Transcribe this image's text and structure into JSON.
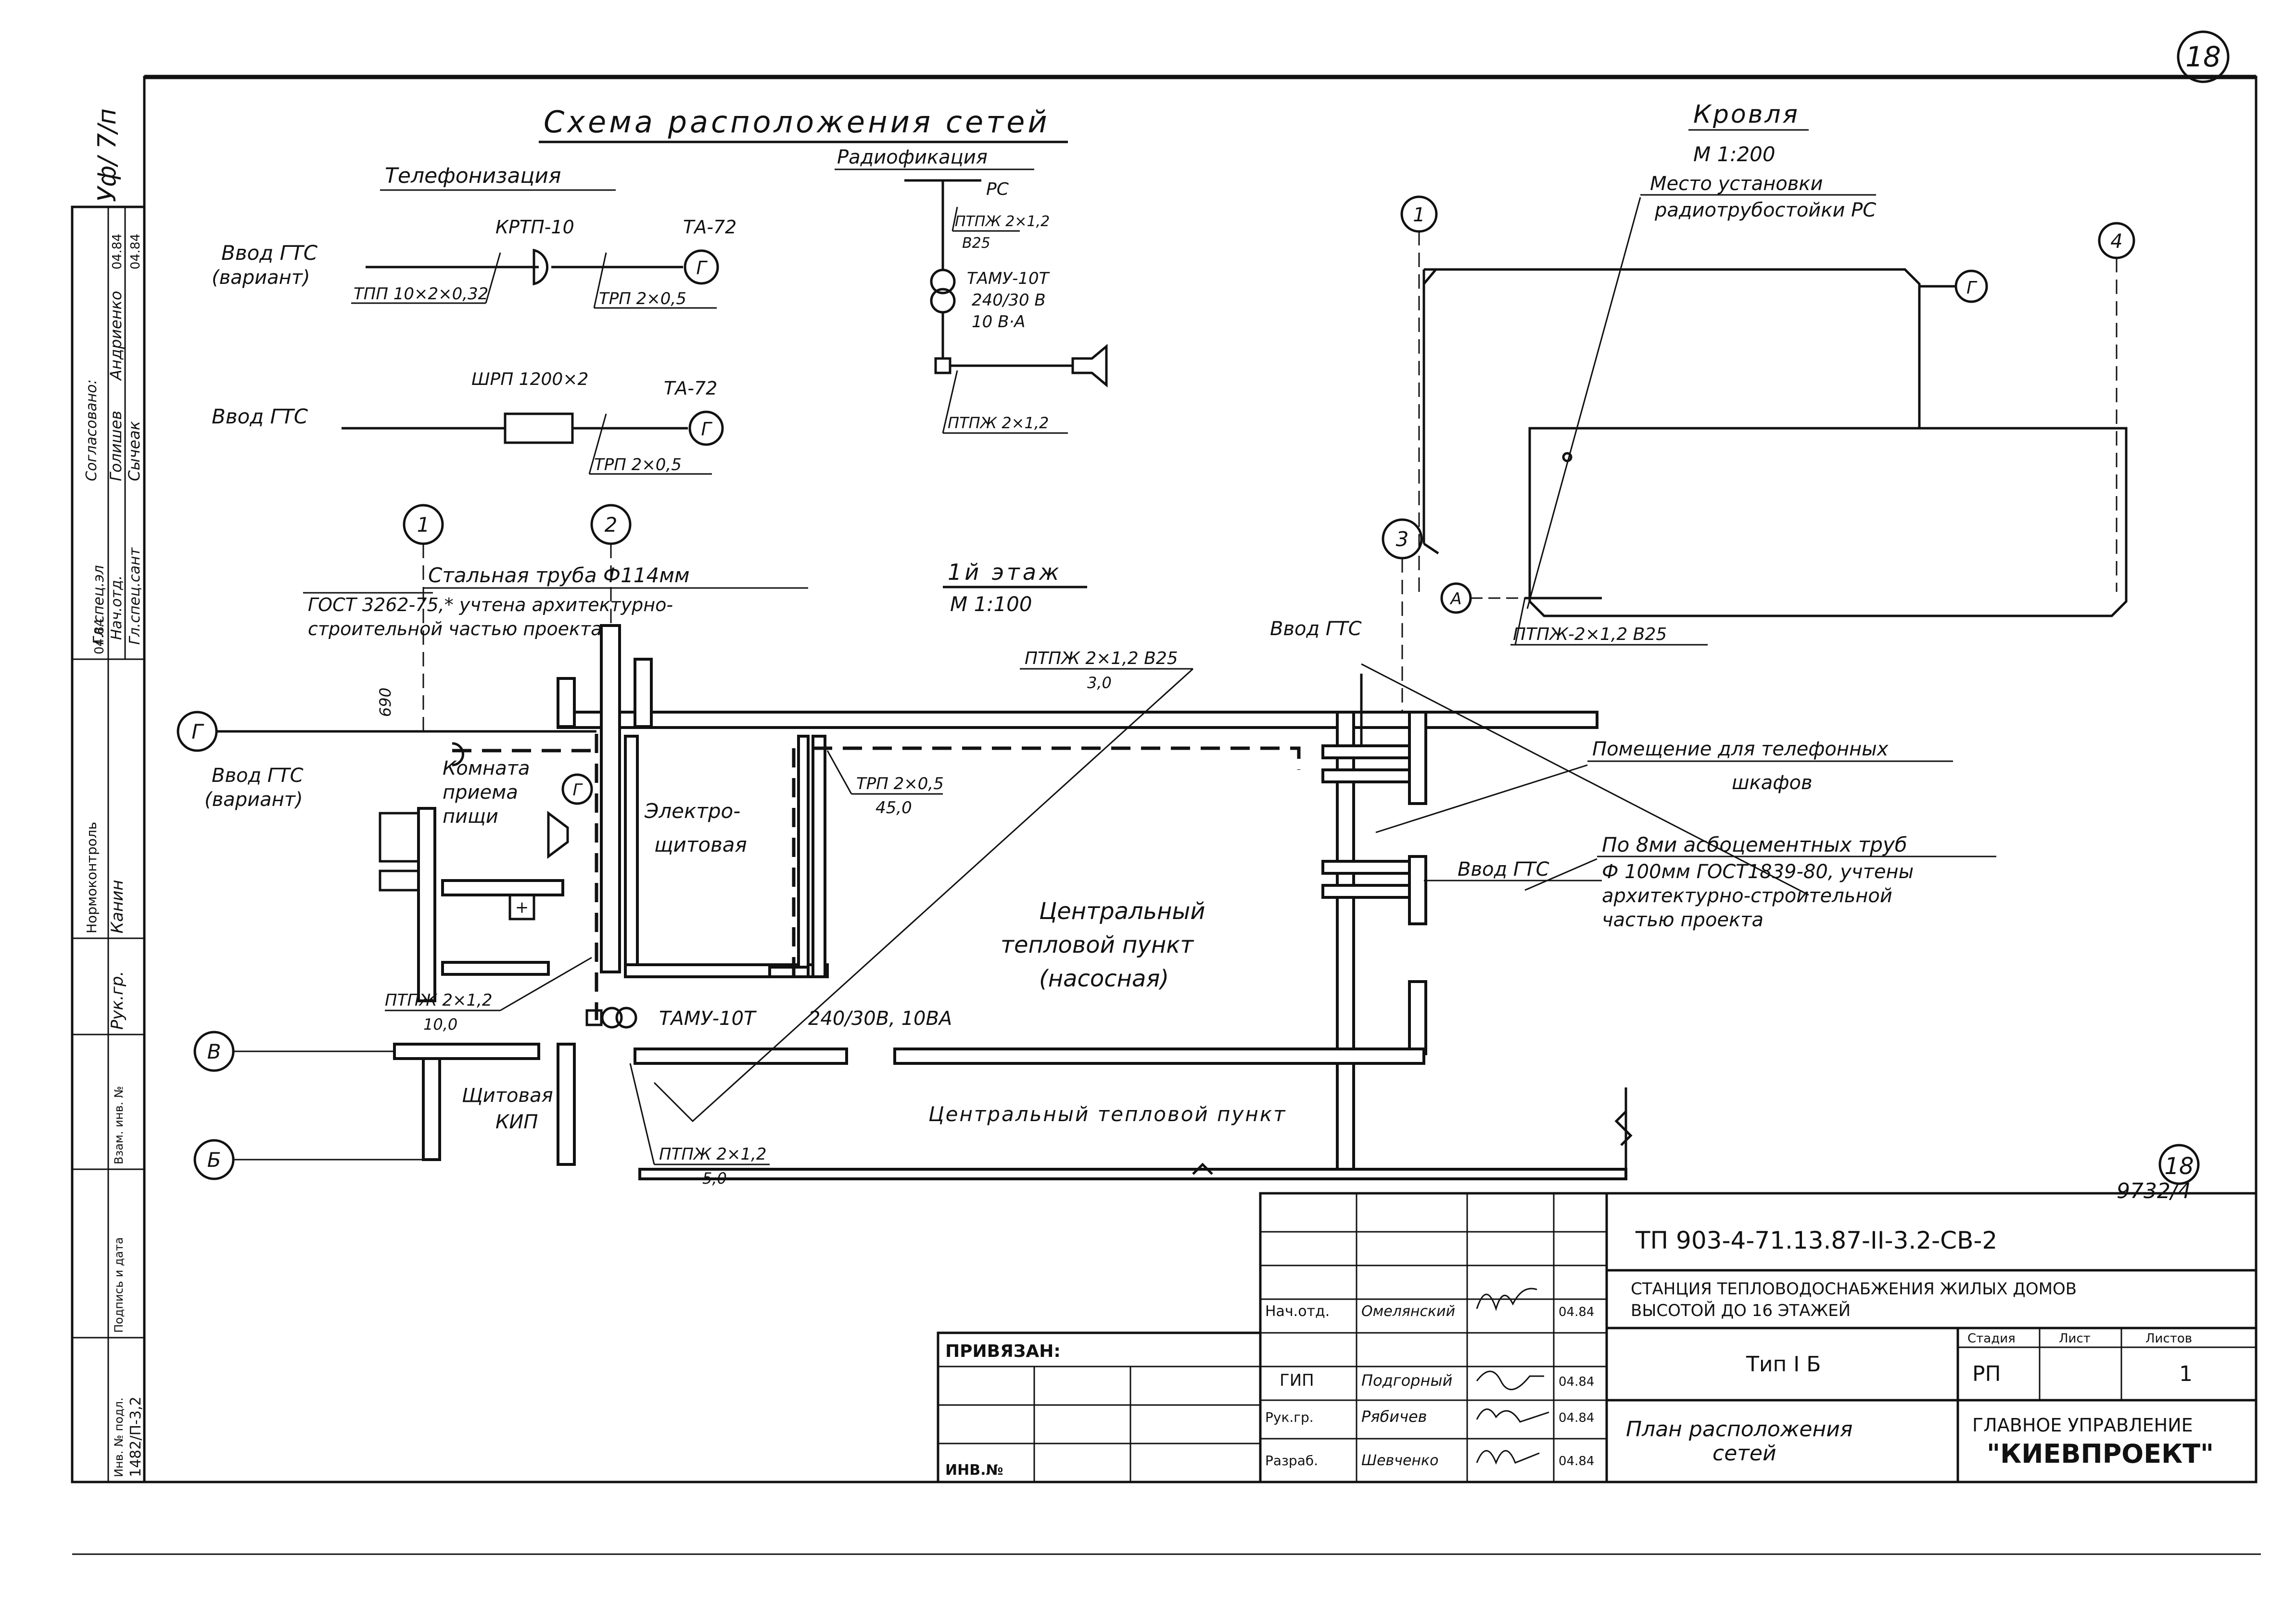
{
  "sheet_number": "18",
  "scheme": {
    "title": "Схема расположения сетей",
    "telephony": {
      "title": "Телефонизация",
      "entry_label": "Ввод ГТС",
      "variant_label": "(вариант)",
      "kptp": "КРТП-10",
      "ta1": "ТА-72",
      "g1": "Г",
      "cable1": "ТПП 10×2×0,32",
      "trp1": "ТРП 2×0,5",
      "entry2_label": "Ввод ГТС",
      "shrp": "ШРП 1200×2",
      "ta2": "ТА-72",
      "g2": "Г",
      "trp2": "ТРП 2×0,5"
    },
    "radio": {
      "title": "Радиофикация",
      "rs": "РС",
      "pptzh1_a": "ПТПЖ 2×1,2",
      "pptzh1_b": "В25",
      "tamu_a": "ТАМУ-10Т",
      "tamu_b": "240/30 В",
      "tamu_c": "10 В·А",
      "pptzh2": "ПТПЖ 2×1,2"
    }
  },
  "roof": {
    "title": "Кровля",
    "scale": "М 1:200",
    "note_a": "Место установки",
    "note_b": "радиотрубостойки РС",
    "axis1": "1",
    "axis4": "4",
    "axisA": "А",
    "g": "Г",
    "cable": "ПТПЖ-2×1,2 В25"
  },
  "floor": {
    "title": "1й этаж",
    "scale": "М 1:100",
    "axis1": "1",
    "axis2": "2",
    "axis3": "3",
    "axisV": "В",
    "axisB": "Б",
    "axisG": "Г",
    "pipe_a": "Стальная труба Ф114мм",
    "pipe_b": "ГОСТ 3262-75,* учтена архитектурно-",
    "pipe_c": "строительной частью проекта",
    "dim": "690",
    "entry_var_a": "Ввод ГТС",
    "entry_var_b": "(вариант)",
    "pptzh_top_a": "ПТПЖ 2×1,2 В25",
    "pptzh_top_b": "3,0",
    "entry_gts": "Ввод ГТС",
    "room_reception_a": "Комната",
    "room_reception_b": "приема",
    "room_reception_c": "пищи",
    "g_room": "Г",
    "room_electro_a": "Электро-",
    "room_electro_b": "щитовая",
    "trp_a": "ТРП 2×0,5",
    "trp_b": "45,0",
    "room_ctp_a": "Центральный",
    "room_ctp_b": "тепловой пункт",
    "room_ctp_c": "(насосная)",
    "phone_room_a": "Помещение для телефонных",
    "phone_room_b": "шкафов",
    "pipes_a": "По 8ми асбоцементных труб",
    "pipes_b": "Ф 100мм ГОСТ1839-80, учтены",
    "pipes_c": "архитектурно-строительной",
    "pipes_d": "частью проекта",
    "entry_gts2": "Ввод ГТС",
    "pptzh_left_a": "ПТПЖ 2×1,2",
    "pptzh_left_b": "10,0",
    "tamu": "ТАМУ-10Т",
    "tamu_spec": "240/30В, 10ВА",
    "room_kip_a": "Щитовая",
    "room_kip_b": "КИП",
    "corridor": "Центральный тепловой пункт",
    "pptzh_bot_a": "ПТПЖ 2×1,2",
    "pptzh_bot_b": "5,0",
    "stamp_num": "18",
    "stamp_code": "9732/4"
  },
  "side_stamp": {
    "signatures": [
      "Согласовано:",
      "Андриенко",
      "Голишев",
      "Сычеак"
    ],
    "dates": [
      "04.84",
      "04.84",
      "04.84"
    ],
    "roles": [
      "Нач.отд.",
      "Гл.спец.сант",
      "Гл.спец.эл"
    ],
    "normocontrol": "Нормоконтроль",
    "kanin": "Канин",
    "ruk": "Рук.гр.",
    "vzam": "Взам. инв. №",
    "podp": "Подпись и дата",
    "inv": "Инв. № подл.",
    "inv_num": "1482/П-3,2",
    "handwriting": "Уф/ 7/п"
  },
  "title_block": {
    "doc_code": "ТП 903-4-71.13.87-II-3.2-СВ-2",
    "project_a": "СТАНЦИЯ ТЕПЛОВОДОСНАБЖЕНИЯ ЖИЛЫХ ДОМОВ",
    "project_b": "ВЫСОТОЙ ДО 16 ЭТАЖЕЙ",
    "type": "Тип I Б",
    "drawing_a": "План расположения",
    "drawing_b": "сетей",
    "stage_h": "Стадия",
    "sheet_h": "Лист",
    "sheets_h": "Листов",
    "stage": "РП",
    "sheet": "",
    "sheets": "1",
    "org_a": "ГЛАВНОЕ УПРАВЛЕНИЕ",
    "org_b": "\"КИЕВПРОЕКТ\"",
    "bound": "ПРИВЯЗАН:",
    "inv_no": "ИНВ.№",
    "rows": [
      {
        "role": "Нач.отд.",
        "name": "Омелянский",
        "date": "04.84"
      },
      {
        "role": "ГИП",
        "name": "Подгорный",
        "date": "04.84"
      },
      {
        "role": "Рук.гр.",
        "name": "Рябичев",
        "date": "04.84"
      },
      {
        "role": "Разраб.",
        "name": "Шевченко",
        "date": "04.84"
      }
    ]
  }
}
